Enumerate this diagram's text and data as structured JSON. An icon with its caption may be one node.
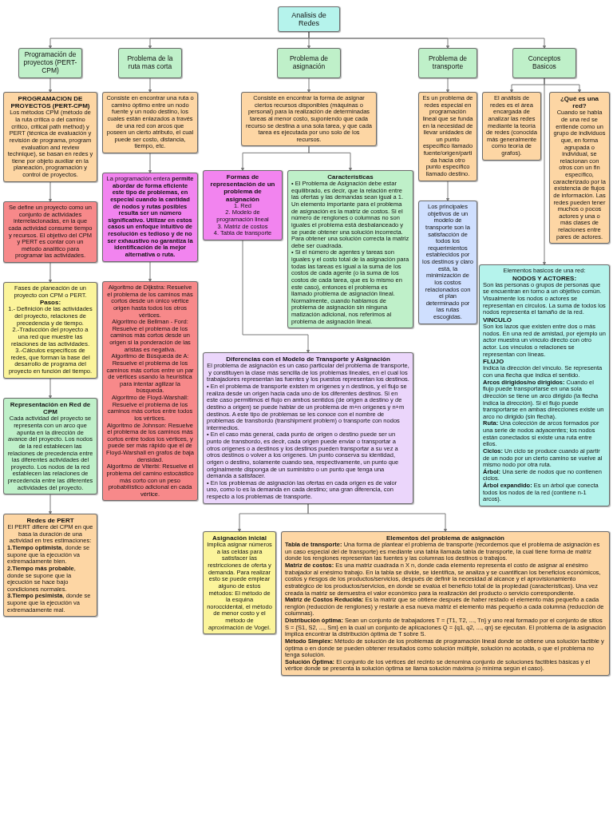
{
  "diagram": {
    "nodes": [
      {
        "text": [
          "Analisis de Redes"
        ]
      },
      {
        "text": [
          "Programación de proyectos (PERT-CPM)"
        ]
      },
      {
        "text": [
          "Problema de la ruta mas corta"
        ]
      },
      {
        "text": [
          "Problema de asignación"
        ]
      },
      {
        "text": [
          "Problema de transporte"
        ]
      },
      {
        "text": [
          "Conceptos Basicos"
        ]
      },
      {
        "text": [
          "PROGRAMACION DE PROYECTOS (PERT-CPM)",
          "Los métodos CPM (método de la ruta crítica o del camino crítico, critical path method) y PERT (técnica de evaluación y revisión de programa, program evaluation and review technique), se basan en redes y tiene por objeto auxiliar en la planeación, programación y control de proyectos."
        ]
      },
      {
        "text": [
          "Se define un proyecto como un conjunto de actividades interrelacionadas, en la que cada actividad consume tiempo y recursos. El objetivo del CPM y PERT es contar con un método analítico para programar las actividades."
        ]
      },
      {
        "text": [
          "Fases de planeación de un proyecto con CPM o PERT.",
          "Pasos:",
          "1.- Definición de las actividades del proyecto, relaciones de precedencia y de tiempo.",
          "2.-Traducción del proyecto a una red que muestre las relaciones de las actividades.",
          "3.-Cálculos específicos de redes, que forman la base del desarrollo de programa del proyecto en función del tiempo."
        ]
      },
      {
        "text": [
          "Representación en Red de CPM",
          "Cada actividad del proyecto se representa con un arco que apunta en la dirección de avance del proyecto. Los nodos de la red establecen las relaciones de precedencia entre las diferentes actividades del proyecto. Los nodos de la red establecen las relaciones de precedencia entre las diferentes actividades del proyecto."
        ]
      },
      {
        "text": [
          "Redes de PERT",
          "El PERT difiere del CPM en que basa la duración de una actividad en tres estimaciones:",
          "**1.Tiempo optimista**, donde se supone que la ejecución va extremadamente bien.",
          "**2.Tiempo más probable**, donde se supone que la ejecución se hace bajo condiciones normales.",
          "**3.Tiempo pesimista**, donde se supone que la ejecución va extremadamente mal."
        ]
      },
      {
        "text": [
          "Consiste en encontrar una ruta o camino óptimo entre un nodo fuente y un nodo destino, los cuales están enlazados a través de una red con arcos que poseen un cierto atributo, el cual puede ser costo, distancia, tiempo, etc."
        ]
      },
      {
        "text": [
          "La programación entera **permite abordar de forma eficiente este tipo de problemas, en especial cuando la cantidad de nodos y rutas posibles resulta ser un número significativo. Utilizar en estos casos un enfoque intuitivo de resolución es tedioso y de no ser exhaustivo no garantiza la identificación de la mejor alternativa o ruta.**"
        ]
      },
      {
        "text": [
          "Algoritmo de Dijkstra: Resuelve el problema de los caminos más cortos desde un único vértice origen hasta todos los otros vértices.",
          "Algoritmo de Bellman - Ford: Resuelve el problema de los caminos más cortos desde un origen si la ponderación de las aristas es negativa.",
          "Algoritmo de Búsqueda de A: Resuelve el problema de los caminos más cortos entre un par de vértices usando la heurística para intentar agilizar la búsqueda.",
          "Algoritmo de Floyd-Warshall: Resuelve el problema de los caminos más cortos entre todos los vértices.",
          "Algoritmo de Johnson: Resuelve el problema de los caminos más cortos entre todos los vértices, y puede ser más rápido que el de Floyd-Warshall en grafos de baja densidad.",
          "Algoritmo de Viterbi: Resuelve el problema del camino estocástico más corto con un peso probabilístico adicional en cada vértice."
        ]
      },
      {
        "text": [
          "Consiste en encontrar la forma de asignar ciertos recursos disponibles (máquinas o personal) para la realización de determinadas tareas al menor costo, suponiendo que cada recurso se destina a una sola tarea, y que cada tarea es ejecutada por uno solo de los recursos."
        ]
      },
      {
        "text": [
          "Formas de representación de un problema de asignación",
          "1. Red",
          "2. Modelo de programación lineal",
          "3. Matriz de costos",
          "4. Tabla de transporte"
        ]
      },
      {
        "text": [
          "Características",
          "• El Problema de Asignación debe estar equilibrado, es decir, que la relación entre las ofertas y las demandas sean igual a 1. Un elemento importante para el problema de asignación es la matriz de costos. Si el número de renglones o columnas no son iguales el problema está desbalanceado y se puede obtener una solución incorrecta. Para obtener una solución correcta la matriz debe ser cuadrada.",
          "• Si el número de agentes y tareas son iguales y el costo total de la asignación para todas las tareas es igual a la suma de los costos de cada agente (o la suma de los costos de cada tarea, que es lo mismo en este caso), entonces el problema es llamado problema de asignación lineal. Normalmente, cuando hablamos de problema de asignación sin ninguna matización adicional, nos referimos al problema de asignación lineal."
        ]
      },
      {
        "text": [
          "Diferencias con el Modelo de Transporte y Asignación",
          "El problema de asignación es un caso particular del problema de transporte, y constituyen la clase más sencilla de los problemas lineales, en el cual los trabajadores representan las fuentes y los puestos representan los destinos.",
          "• En el problema de transporte existen m orígenes y n destinos, y el flujo se realiza desde un origen hacia cada uno de los diferentes destinos. Si en este caso permitimos el flujo en ambos sentidos (de origen a destino y de destino a origen) se puede hablar de un problema de m+n orígenes y n+m destinos. A este tipo de problemas se les conoce con el nombre de problemas de transbordo (transhipment problem) o transporte con nodos intermedios.",
          "• En el caso más general, cada punto de origen o destino puede ser un punto de transbordo, es decir, cada origen puede enviar o transportar a otros orígenes o a destinos y los destinos pueden transportar a su vez a otros destinos o volver a los orígenes. Un punto conserva su identidad, origen o destino, solamente cuando sea, respectivamente, un punto que originalmente disponga de un suministro o un punto que tenga una demanda a satisfacer.",
          "• En los problemas de asignación las ofertas en cada origen es de valor uno, como lo es la demanda en cada destino; una gran diferencia, con respecto a los problemas de transporte."
        ]
      },
      {
        "text": [
          "Asignación inicial",
          "Implica asignar números a las celdas para satisfacer las restricciones de oferta y demanda. Para realizar esto se puede emplear alguno de estos métodos: El método de la esquina noroccidental, el método de menor costo y el método de aproximación de Vogel."
        ]
      },
      {
        "text": [
          "Elementos del problema de asignación",
          "**Tabla de transporte:** Una forma de plantear el problema de transporte (recordemos que el problema de asignación es un caso especial del de transporte) es mediante una tabla llamada tabla de transporte, la cual tiene forma de matriz donde los renglones representan las fuentes y las columnas los destinos o trabajos.",
          "**Matriz de costos:** Es una matriz cuadrada n X n, donde cada elemento representa el costo de asignar al enésimo trabajador al enésimo trabajo. En la tabla se divide, se identifica, se analiza y se cuantifican los beneficios económicos, costos y riesgos de los productos/servicios, después de definir la necesidad al alcance y el aprovisionamiento estratégico de los productos/servicios, en donde se evalúa el beneficio total de la propiedad (características). Una vez creada la matriz se demuestra el valor económico para la realización del producto o servicio correspondiente.",
          "**Matriz de Costos Reducida:** Es la matriz que se obtiene después de haber restado el elemento más pequeño a cada renglón (reducción de renglones) y restarle a esa nueva matriz el elemento más pequeño a cada columna (reducción de columnas).",
          "**Distribución óptima:** Sean un conjunto de trabajadores T = {T1, T2, ..., Tn} y uno real formado por el conjunto de sitios S = {S1, S2, ..., Sm} en la cual un conjunto de aplicaciones Q = {q1, q2, ..., qn} se ejecutan. El problema de la asignación implica encontrar la distribución óptima de T sobre S.",
          "**Método Simplex:** Método de solución de los problemas de programación lineal donde se obtiene una solución factible y óptima o en donde se pueden obtener resultados como solución múltiple, solución no acotada, o que el problema no tenga solución.",
          "**Solución Óptima:** El conjunto de los vértices del recinto se denomina conjunto de soluciones factibles básicas y el vértice donde se presenta la solución óptima se llama solución máxima (o mínima según el caso)."
        ]
      },
      {
        "text": [
          "Es un problema de redes especial en programación lineal que se funda en la necesidad de llevar unidades de un punto específico llamado fuente/origen/partida hacia otro punto específico llamado destino."
        ]
      },
      {
        "text": [
          "Los principales objetivos de un modelo de transporte son la satisfacción de todos los requerimientos establecidos por los destinos y claro está, la minimización de los costos relacionados con el plan determinado por las rutas escogidas."
        ]
      },
      {
        "text": [
          "El análisis de redes es el área encargada de analizar las redes mediante la teoría de redes (conocida más generalmente como teoría de grafos)."
        ]
      },
      {
        "text": [
          "¿Qué es una red?",
          "Cuando se habla de una red se entiende como un grupo de individuos que, en forma agrupada o individual, se relacionan con otros con un fin específico, caracterizado por la existencia de flujos de información. Las redes pueden tener muchos o pocos actores y una o más clases de relaciones entre pares de actores."
        ]
      },
      {
        "text": [
          "Elementos basicos de una red:",
          "NODOS Y ACTORES:",
          "Son las personas o grupos de personas que se encuentran en torno a un objetivo común. Visualmente los nodos o actores se representan en círculos. La suma de todos los nodos representa el tamaño de la red.",
          "VINCULO",
          "Son los lazos que existen entre dos o más nodos. En una red de amistad, por ejemplo un actor muestra un vínculo directo con otro actor. Los vínculos o relaciones se representan con líneas.",
          "FLUJO",
          "Indica la dirección del vínculo. Se representa con una flecha que indica el sentido.",
          "**Arcos dirigidos/no dirigidos:** Cuando el flujo puede transportarse en una sola dirección se tiene un arco dirigido (la flecha indica la dirección). Si el flujo puede transportarse en ambas direcciones existe un arco no dirigido (sin flecha).",
          "**Ruta:** Una colección de arcos formados por una serie de nodos adyacentes; los nodos están conectados si existe una ruta entre ellos.",
          "**Ciclos:** Un ciclo se produce cuando al partir de un nodo por un cierto camino se vuelve al mismo nodo por otra ruta.",
          "**Árbol:** Una serie de nodos que no contienen ciclos.",
          "**Árbol expandido:** Es un árbol que conecta todos los nodos de la red (contiene n-1 arcos)."
        ]
      }
    ],
    "edges": [
      {
        "from": 0,
        "to": 1,
        "arrow": "to"
      },
      {
        "from": 0,
        "to": 2,
        "arrow": "to"
      },
      {
        "from": 0,
        "to": 3,
        "arrow": "to"
      },
      {
        "from": 0,
        "to": 4,
        "arrow": "to"
      },
      {
        "from": 0,
        "to": 5,
        "arrow": "to"
      },
      {
        "from": 1,
        "to": 6,
        "arrow": "to"
      },
      {
        "from": 6,
        "to": 7,
        "arrow": "to"
      },
      {
        "from": 7,
        "to": 8,
        "arrow": "to"
      },
      {
        "from": 8,
        "to": 9,
        "arrow": "to"
      },
      {
        "from": 9,
        "to": 10,
        "arrow": "to"
      },
      {
        "from": 2,
        "to": 11,
        "arrow": "to"
      },
      {
        "from": 11,
        "to": 12,
        "arrow": "to"
      },
      {
        "from": 12,
        "to": 13,
        "arrow": "to"
      },
      {
        "from": 3,
        "to": 14,
        "arrow": "to"
      },
      {
        "from": 14,
        "to": 15,
        "arrow": "to"
      },
      {
        "from": 14,
        "to": 16,
        "arrow": "to"
      },
      {
        "from": 15,
        "to": 17,
        "arrow": "to"
      },
      {
        "from": 17,
        "to": 18,
        "arrow": "to"
      },
      {
        "from": 17,
        "to": 19,
        "arrow": "to"
      },
      {
        "from": 4,
        "to": 20,
        "arrow": "to"
      },
      {
        "from": 20,
        "to": 21,
        "arrow": "to"
      },
      {
        "from": 5,
        "to": 22,
        "arrow": "to"
      },
      {
        "from": 5,
        "to": 23,
        "arrow": "to"
      },
      {
        "from": 5,
        "to": 24,
        "arrow": "to"
      }
    ]
  }
}
